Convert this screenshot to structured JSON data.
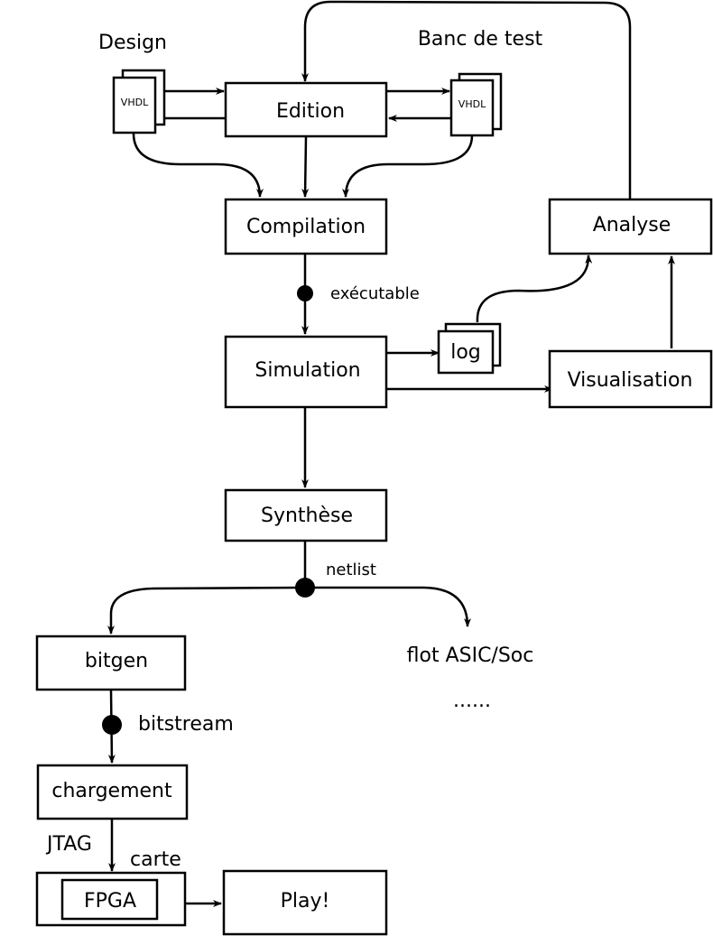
{
  "nodes": {
    "design": "Design",
    "banc": "Banc de test",
    "vhdl": "VHDL",
    "edition": "Edition",
    "compilation": "Compilation",
    "analyse": "Analyse",
    "executable": "exécutable",
    "simulation": "Simulation",
    "log": "log",
    "visualisation": "Visualisation",
    "synthese": "Synthèse",
    "netlist": "netlist",
    "bitgen": "bitgen",
    "flot": "flot ASIC/Soc",
    "dots": "......",
    "bitstream": "bitstream",
    "chargement": "chargement",
    "jtag": "JTAG",
    "carte": "carte",
    "fpga": "FPGA",
    "play": "Play!"
  }
}
